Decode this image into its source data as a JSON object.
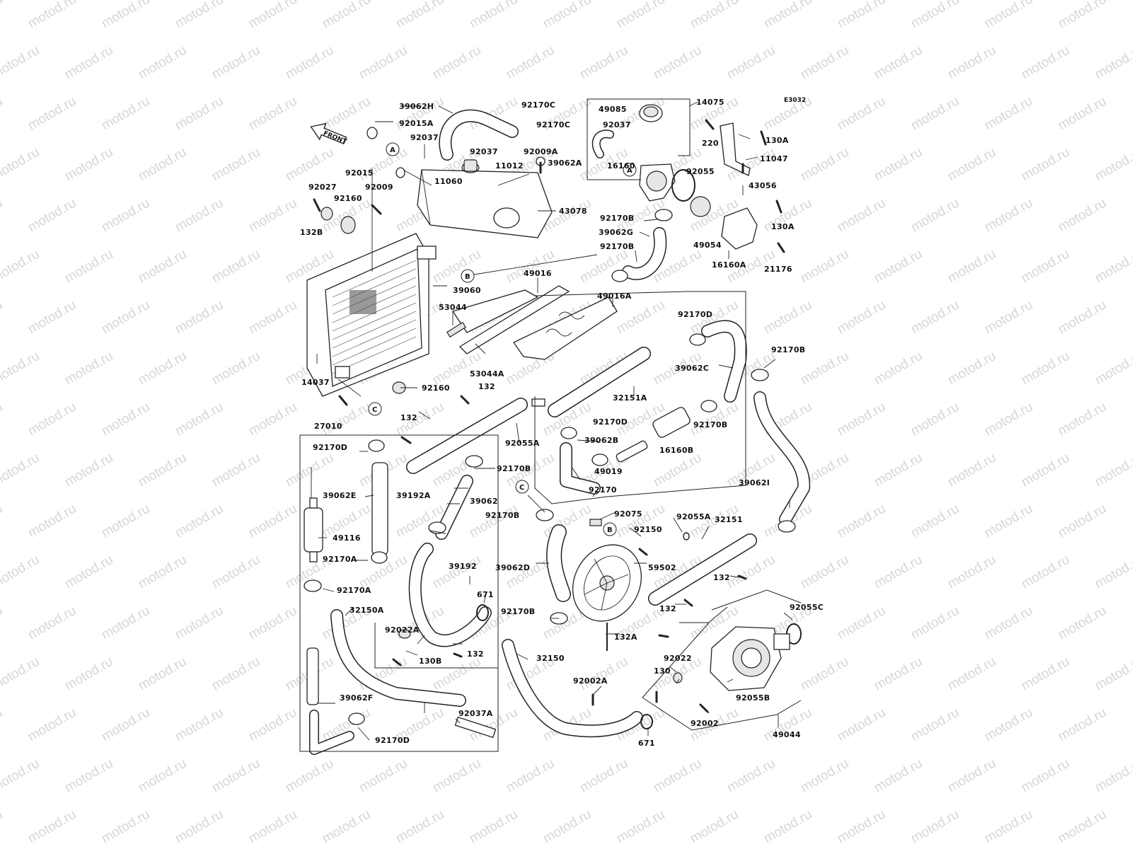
{
  "diagram_code": "E3032",
  "front_marker": "FRONT",
  "watermark_text": "motod.ru",
  "callouts": [
    "A",
    "B",
    "C"
  ],
  "parts": [
    "39062H",
    "92170C",
    "92170C",
    "92015A",
    "92037",
    "92037",
    "92009A",
    "11012",
    "92015",
    "11060",
    "92027",
    "92160",
    "92009",
    "132B",
    "43078",
    "49085",
    "14075",
    "92037",
    "39062A",
    "16160",
    "220",
    "130A",
    "11047",
    "92055",
    "43056",
    "130A",
    "49054",
    "16160A",
    "21176",
    "92170B",
    "39062G",
    "92170B",
    "39060",
    "49016",
    "49016A",
    "53044",
    "53044A",
    "14037",
    "92160",
    "27010",
    "92170D",
    "39062C",
    "92170B",
    "32151A",
    "92170D",
    "39062B",
    "16160B",
    "49019",
    "92170",
    "39062I",
    "92170B",
    "132",
    "132",
    "92055A",
    "92170B",
    "39192A",
    "39062",
    "92170B",
    "92170D",
    "39062E",
    "49116",
    "92170A",
    "92170A",
    "32150A",
    "39062F",
    "92170D",
    "92075",
    "92150",
    "92055A",
    "32151",
    "39192",
    "39062D",
    "59502",
    "132",
    "132",
    "671",
    "92170B",
    "92022A",
    "130B",
    "132",
    "32150",
    "132A",
    "92055C",
    "92022",
    "130",
    "92002A",
    "92055B",
    "92002",
    "671",
    "92037A",
    "49044"
  ]
}
